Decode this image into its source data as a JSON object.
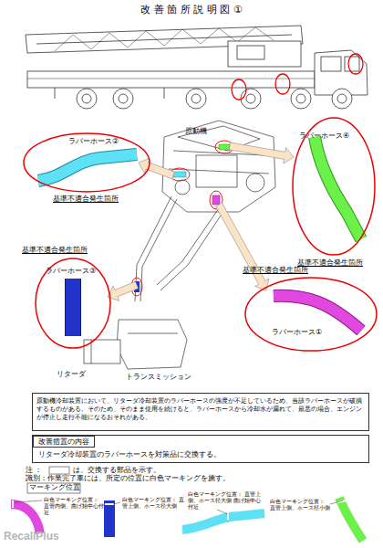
{
  "diagram": {
    "title": "改 善 箇 所 説 明 図 ①",
    "nodes": [
      {
        "text": [
          "ラバーホース②"
        ]
      },
      {
        "text": [
          "ラバーホース④"
        ]
      },
      {
        "text": [
          "ラバーホース③"
        ]
      },
      {
        "text": [
          "ラバーホース①"
        ]
      },
      {
        "text": [
          "原動機冷却装置において、リターダ冷却装置のラバーホースの強度が不足しているため、当該ラバーホースが破損するものがある。そのため、そのまま使用を続けると、ラバーホースから冷却水が漏れて、最悪の場合、エンジンが停止し走行不能になるおそれがある。"
        ]
      },
      {
        "text": [
          "改善措置の内容",
          "リターダ冷却装置のラバーホースを対策品に交換する。"
        ]
      }
    ],
    "labels": [
      "原動機",
      "基準不適合発生箇所",
      "基準不適合発生箇所",
      "基準不適合発生箇所",
      "基準不適合発生箇所",
      "リターダ",
      "トランスミッション",
      "注 ：",
      "は、交換する部品を示す。",
      "識別：作業完了車には、所定の位置に白色マーキングを施す。",
      "マーキング位置",
      "白色マーキング位置： 直管内側、曲げ始中心付近",
      "白色マーキング位置： 直管上側、ホース径大側",
      "白色マーキング位置： 直管上側、ホース径大側 曲げ始中心付近",
      "白色マーキング位置： 直管上側、ホース径小側",
      "RecallPlus"
    ]
  }
}
